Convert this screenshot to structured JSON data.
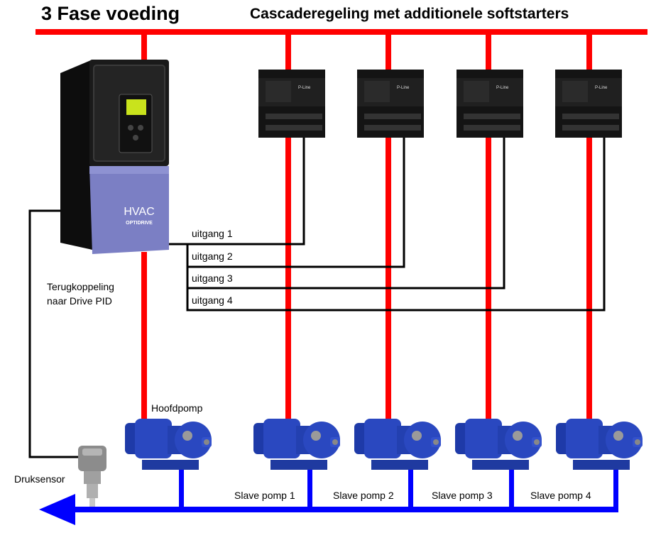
{
  "header": {
    "title": "3 Fase voeding",
    "subtitle": "Cascaderegeling met additionele softstarters"
  },
  "drive": {
    "brand": "HVAC",
    "model": "OPTIDRIVE"
  },
  "outputs": [
    "uitgang 1",
    "uitgang 2",
    "uitgang 3",
    "uitgang 4"
  ],
  "feedback_label": "Terugkoppeling naar Drive PID",
  "feedback_lines": [
    "Terugkoppeling",
    "naar Drive PID"
  ],
  "main_pump_label": "Hoofdpomp",
  "sensor_label": "Druksensor",
  "slave_pumps": [
    "Slave pomp 1",
    "Slave pomp 2",
    "Slave pomp 3",
    "Slave pomp 4"
  ],
  "softstarter_brand": "P-Line",
  "colors": {
    "power": "#ff0000",
    "water": "#0000ff",
    "signal": "#000000",
    "drive_body": "#1a1a1a",
    "drive_panel": "#7b7fc4",
    "pump": "#2a48c0"
  }
}
